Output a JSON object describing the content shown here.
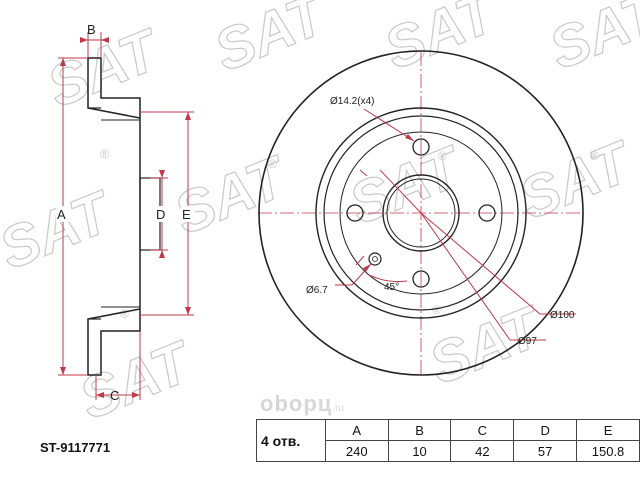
{
  "part_number": "ST-9117771",
  "watermark": {
    "brand": "SAT",
    "registered_mark": "®",
    "site_logo": "oboрц",
    "site_logo_domain": ".ru"
  },
  "side_view_labels": {
    "A": "A",
    "B": "B",
    "C": "C",
    "D": "D",
    "E": "E"
  },
  "front_view_labels": {
    "bolt_hole": "Ø14.2(x4)",
    "pin_hole": "Ø6.7",
    "angle": "45°",
    "pcd_outer": "Ø100",
    "pcd_inner": "Ø97"
  },
  "spec_table": {
    "holes_label": "4 отв.",
    "headers": [
      "A",
      "B",
      "C",
      "D",
      "E"
    ],
    "values": [
      "240",
      "10",
      "42",
      "57",
      "150.8"
    ]
  },
  "colors": {
    "drawing": "#222222",
    "dimension": "#c0394b",
    "watermark": "#c9c9c9"
  }
}
